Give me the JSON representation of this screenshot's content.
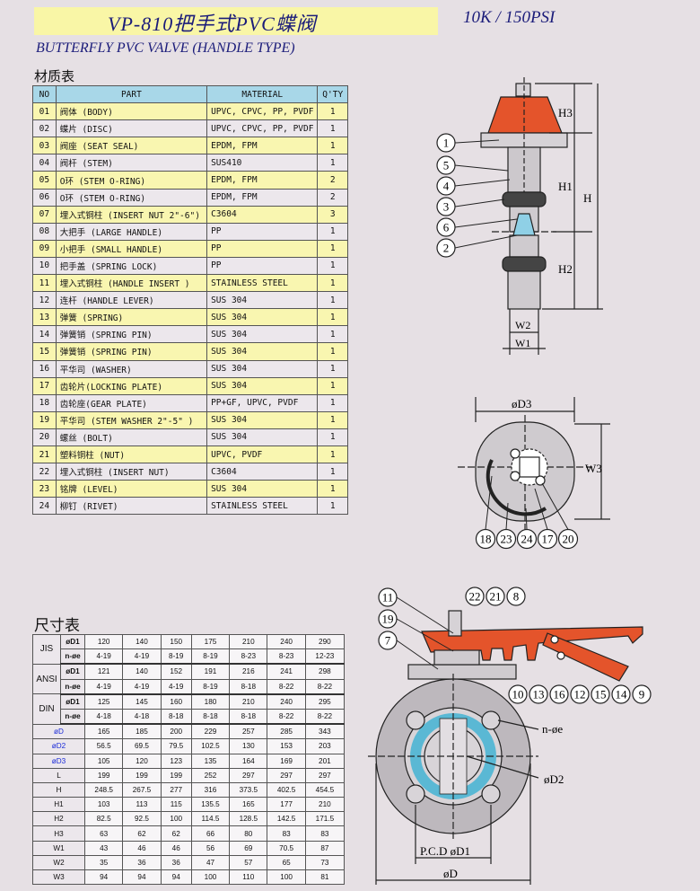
{
  "header": {
    "title": "VP-810把手式PVC蝶阀",
    "pressure": "10K  / 150PSI",
    "subtitle": "BUTTERFLY PVC VALVE (HANDLE TYPE)"
  },
  "materials": {
    "heading": "材质表",
    "columns": [
      "NO",
      "PART",
      "MATERIAL",
      "Q'TY"
    ],
    "rows": [
      [
        "01",
        "阀体 (BODY)",
        "UPVC, CPVC, PP, PVDF",
        "1"
      ],
      [
        "02",
        "蝶片 (DISC)",
        "UPVC, CPVC, PP, PVDF",
        "1"
      ],
      [
        "03",
        "阀座 (SEAT SEAL)",
        "EPDM, FPM",
        "1"
      ],
      [
        "04",
        "阀杆 (STEM)",
        "SUS410",
        "1"
      ],
      [
        "05",
        "O环 (STEM O-RING)",
        "EPDM, FPM",
        "2"
      ],
      [
        "06",
        "O环 (STEM O-RING)",
        "EPDM, FPM",
        "2"
      ],
      [
        "07",
        "埋入式铜柱 (INSERT NUT 2\"-6\")",
        "C3604",
        "3"
      ],
      [
        "08",
        "大把手 (LARGE HANDLE)",
        "PP",
        "1"
      ],
      [
        "09",
        "小把手 (SMALL HANDLE)",
        "PP",
        "1"
      ],
      [
        "10",
        "把手盖 (SPRING LOCK)",
        "PP",
        "1"
      ],
      [
        "11",
        "埋入式铜柱 (HANDLE INSERT )",
        "STAINLESS STEEL",
        "1"
      ],
      [
        "12",
        "连杆 (HANDLE LEVER)",
        "SUS 304",
        "1"
      ],
      [
        "13",
        "弹簧 (SPRING)",
        "SUS 304",
        "1"
      ],
      [
        "14",
        "弹簧销 (SPRING PIN)",
        "SUS 304",
        "1"
      ],
      [
        "15",
        "弹簧销 (SPRING PIN)",
        "SUS 304",
        "1"
      ],
      [
        "16",
        "平华司 (WASHER)",
        "SUS 304",
        "1"
      ],
      [
        "17",
        "齿轮片(LOCKING PLATE)",
        "SUS 304",
        "1"
      ],
      [
        "18",
        "齿轮座(GEAR PLATE)",
        "PP+GF, UPVC, PVDF",
        "1"
      ],
      [
        "19",
        "平华司 (STEM WASHER 2\"-5\" )",
        "SUS 304",
        "1"
      ],
      [
        "20",
        "螺丝 (BOLT)",
        "SUS 304",
        "1"
      ],
      [
        "21",
        "塑料铜柱 (NUT)",
        "UPVC, PVDF",
        "1"
      ],
      [
        "22",
        "埋入式铜柱 (INSERT NUT)",
        "C3604",
        "1"
      ],
      [
        "23",
        "铭牌 (LEVEL)",
        "SUS 304",
        "1"
      ],
      [
        "24",
        "柳钉 (RIVET)",
        "STAINLESS STEEL",
        "1"
      ]
    ]
  },
  "dimensions": {
    "heading": "尺寸表",
    "groups": [
      {
        "std": "JIS",
        "rows": [
          {
            "label": "øD1",
            "values": [
              "120",
              "140",
              "150",
              "175",
              "210",
              "240",
              "290"
            ]
          },
          {
            "label": "n-øe",
            "values": [
              "4-19",
              "4-19",
              "8-19",
              "8-19",
              "8-23",
              "8-23",
              "12-23"
            ]
          }
        ]
      },
      {
        "std": "ANSI",
        "rows": [
          {
            "label": "øD1",
            "values": [
              "121",
              "140",
              "152",
              "191",
              "216",
              "241",
              "298"
            ]
          },
          {
            "label": "n-øe",
            "values": [
              "4-19",
              "4-19",
              "4-19",
              "8-19",
              "8-18",
              "8-22",
              "8-22"
            ]
          }
        ]
      },
      {
        "std": "DIN",
        "rows": [
          {
            "label": "øD1",
            "values": [
              "125",
              "145",
              "160",
              "180",
              "210",
              "240",
              "295"
            ]
          },
          {
            "label": "n-øe",
            "values": [
              "4-18",
              "4-18",
              "8-18",
              "8-18",
              "8-18",
              "8-22",
              "8-22"
            ]
          }
        ]
      }
    ],
    "rows": [
      {
        "label": "øD",
        "blue": true,
        "values": [
          "165",
          "185",
          "200",
          "229",
          "257",
          "285",
          "343"
        ]
      },
      {
        "label": "øD2",
        "blue": true,
        "values": [
          "56.5",
          "69.5",
          "79.5",
          "102.5",
          "130",
          "153",
          "203"
        ]
      },
      {
        "label": "øD3",
        "blue": true,
        "values": [
          "105",
          "120",
          "123",
          "135",
          "164",
          "169",
          "201"
        ]
      },
      {
        "label": "L",
        "values": [
          "199",
          "199",
          "199",
          "252",
          "297",
          "297",
          "297"
        ]
      },
      {
        "label": "H",
        "values": [
          "248.5",
          "267.5",
          "277",
          "316",
          "373.5",
          "402.5",
          "454.5"
        ]
      },
      {
        "label": "H1",
        "values": [
          "103",
          "113",
          "115",
          "135.5",
          "165",
          "177",
          "210"
        ]
      },
      {
        "label": "H2",
        "values": [
          "82.5",
          "92.5",
          "100",
          "114.5",
          "128.5",
          "142.5",
          "171.5"
        ]
      },
      {
        "label": "H3",
        "values": [
          "63",
          "62",
          "62",
          "66",
          "80",
          "83",
          "83"
        ]
      },
      {
        "label": "W1",
        "values": [
          "43",
          "46",
          "46",
          "56",
          "69",
          "70.5",
          "87"
        ]
      },
      {
        "label": "W2",
        "values": [
          "35",
          "36",
          "36",
          "47",
          "57",
          "65",
          "73"
        ]
      },
      {
        "label": "W3",
        "values": [
          "94",
          "94",
          "94",
          "100",
          "110",
          "100",
          "81"
        ]
      }
    ]
  },
  "drawing_side": {
    "callouts": [
      "1",
      "5",
      "4",
      "3",
      "6",
      "2"
    ],
    "dims": {
      "h3": "H3",
      "h1": "H1",
      "h": "H",
      "h2": "H2",
      "w2": "W2",
      "w1": "W1"
    },
    "handle_color": "#e4542b"
  },
  "drawing_top": {
    "callouts": [
      "18",
      "23",
      "24",
      "17",
      "20"
    ],
    "dims": {
      "d3": "øD3",
      "w3": "W3"
    }
  },
  "drawing_front": {
    "callouts_top": [
      "22",
      "21",
      "8"
    ],
    "callouts_left": [
      "11",
      "19",
      "7"
    ],
    "callouts_right": [
      "10",
      "13",
      "16",
      "12",
      "15",
      "14",
      "9"
    ],
    "dims": {
      "ne": "n-øe",
      "d2": "øD2",
      "pcd": "P.C.D øD1",
      "d": "øD"
    },
    "disc_color": "#5ab8d4"
  }
}
